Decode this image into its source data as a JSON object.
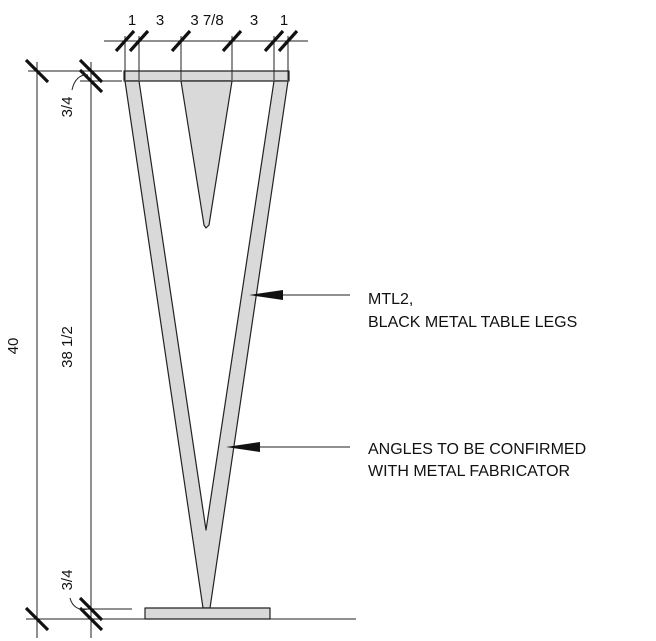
{
  "top_dimensions": {
    "d1": "1",
    "d2": "3",
    "d3": "3 7/8",
    "d4": "3",
    "d5": "1"
  },
  "vertical_dimensions": {
    "overall": "40",
    "top_plate": "3/4",
    "leg": "38 1/2",
    "bottom_plate": "3/4"
  },
  "callouts": {
    "material_line1": "MTL2,",
    "material_line2": "BLACK METAL TABLE LEGS",
    "angles_line1": "ANGLES TO BE CONFIRMED",
    "angles_line2": "WITH METAL FABRICATOR"
  },
  "colors": {
    "fill": "#d9d9d9",
    "line": "#222222"
  }
}
